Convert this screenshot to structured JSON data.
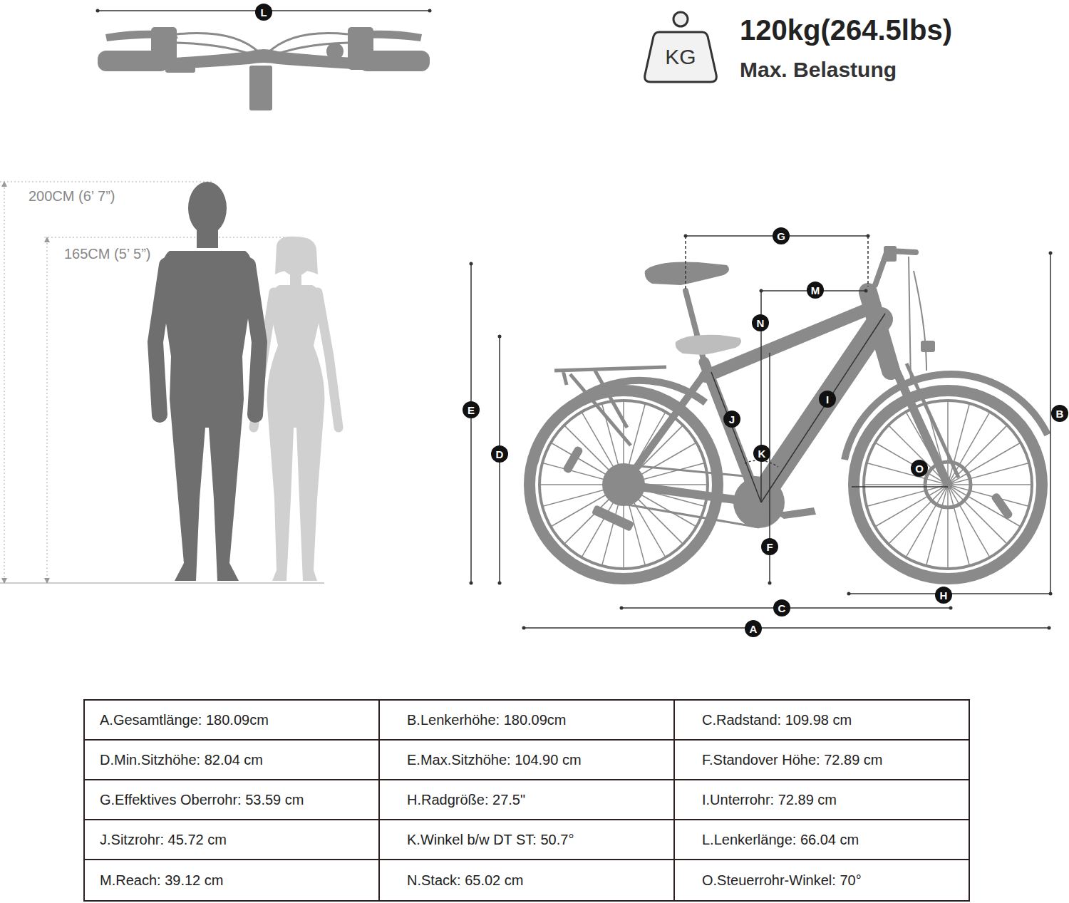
{
  "diagram": {
    "nodes": [
      {
        "text": [
          "L"
        ]
      },
      {
        "text": [
          "KG"
        ]
      },
      {
        "text": [
          "G"
        ]
      },
      {
        "text": [
          "M"
        ]
      },
      {
        "text": [
          "N"
        ]
      },
      {
        "text": [
          "E"
        ]
      },
      {
        "text": [
          "D"
        ]
      },
      {
        "text": [
          "J"
        ]
      },
      {
        "text": [
          "I"
        ]
      },
      {
        "text": [
          "K"
        ]
      },
      {
        "text": [
          "B"
        ]
      },
      {
        "text": [
          "O"
        ]
      },
      {
        "text": [
          "F"
        ]
      },
      {
        "text": [
          "H"
        ]
      },
      {
        "text": [
          "C"
        ]
      },
      {
        "text": [
          "A"
        ]
      }
    ],
    "labels": [
      "120kg(264.5lbs)",
      "Max. Belastung",
      "200CM (6’ 7”)",
      "165CM (5’ 5”)",
      "A.Gesamtlänge: 180.09cm",
      "B.Lenkerhöhe: 180.09cm",
      "C.Radstand: 109.98 cm",
      "D.Min.Sitzhöhe: 82.04 cm",
      "E.Max.Sitzhöhe: 104.90 cm",
      "F.Standover Höhe: 72.89 cm",
      "G.Effektives Oberrohr: 53.59 cm",
      "H.Radgröße: 27.5\"",
      "I.Unterrohr: 72.89 cm",
      "J.Sitzrohr: 45.72 cm",
      "K.Winkel b/w DT ST: 50.7°",
      "L.Lenkerlänge: 66.04 cm",
      "M.Reach: 39.12 cm",
      "N.Stack: 65.02 cm",
      "O.Steuerrohr-Winkel: 70°"
    ]
  }
}
